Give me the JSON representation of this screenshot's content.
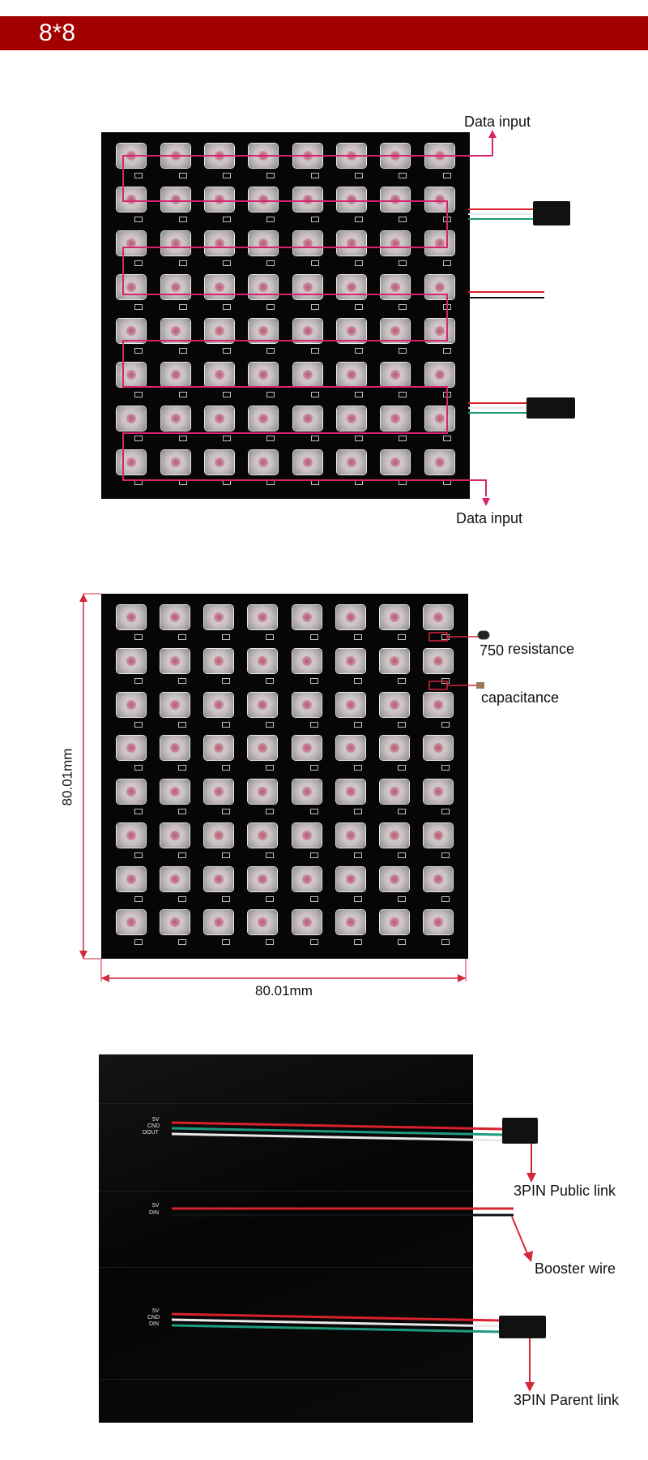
{
  "header": {
    "title": "8*8",
    "bar_color": "#a30000"
  },
  "section1": {
    "data_input_top": "Data input",
    "data_input_bottom": "Data input",
    "path_color": "#d6246e"
  },
  "section2": {
    "resistance_value": "750",
    "resistance_label": "resistance",
    "capacitance_label": "capacitance",
    "height_dim": "80.01mm",
    "width_dim": "80.01mm",
    "dim_color": "#d4273a"
  },
  "section3": {
    "pins_top": [
      "5V",
      "CND",
      "DOUT"
    ],
    "pins_mid": [
      "5V",
      "DIN"
    ],
    "pins_bottom": [
      "5V",
      "CND",
      "DIN"
    ],
    "label_public": "3PIN Public link",
    "label_booster": "Booster wire",
    "label_parent": "3PIN Parent link",
    "arrow_color": "#d4273a"
  },
  "grid": {
    "rows": 8,
    "cols": 8
  },
  "wire_colors": {
    "red": "#d8212b",
    "green": "#1e9a7c",
    "white": "#e9e9e9",
    "black": "#111111"
  }
}
